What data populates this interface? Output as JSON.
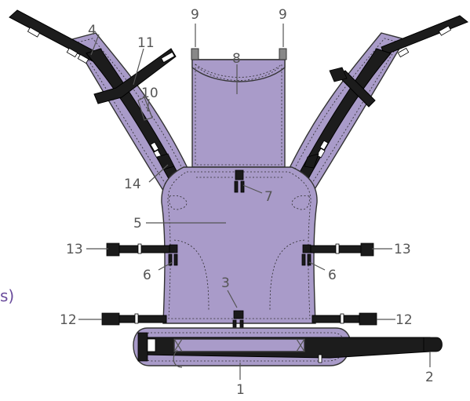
{
  "labels": {
    "l1": "1",
    "l2": "2",
    "l3": "3",
    "l4": "4",
    "l5": "5",
    "l6_left": "6",
    "l6_right": "6",
    "l7": "7",
    "l8": "8",
    "l9_left": "9",
    "l9_right": "9",
    "l10": "10",
    "l11": "11",
    "l12_left": "12",
    "l12_right": "12",
    "l13_left": "13",
    "l13_right": "13",
    "l14": "14"
  },
  "edge_text": "s)",
  "colors": {
    "fabric": "#a99bc9",
    "strap": "#1c1c1c",
    "label": "#555555",
    "accent": "#6a4c9c"
  }
}
